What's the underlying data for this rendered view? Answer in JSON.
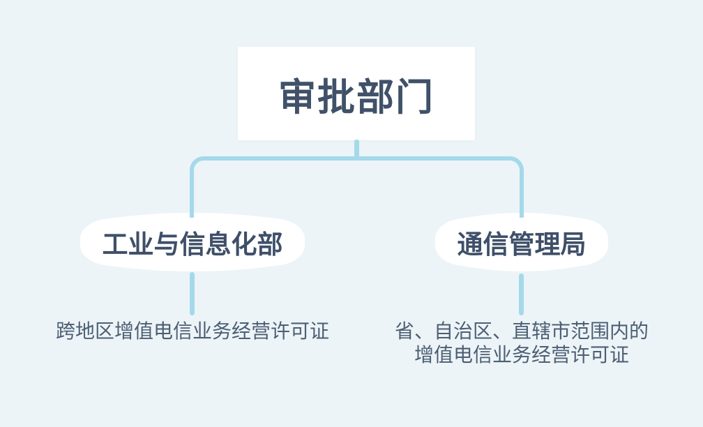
{
  "root": {
    "label": "审批部门"
  },
  "branches": [
    {
      "label": "工业与信息化部",
      "leaf": "跨地区增值电信业务经营许可证"
    },
    {
      "label": "通信管理局",
      "leaf": "省、自治区、直辖市范围内的\n增值电信业务经营许可证"
    }
  ],
  "colors": {
    "background": "#ecf4f7",
    "connector": "#a5d9ea",
    "node_background": "#ffffff",
    "root_text": "#405169",
    "branch_text": "#3e4f69",
    "leaf_text": "#4d5e74"
  }
}
